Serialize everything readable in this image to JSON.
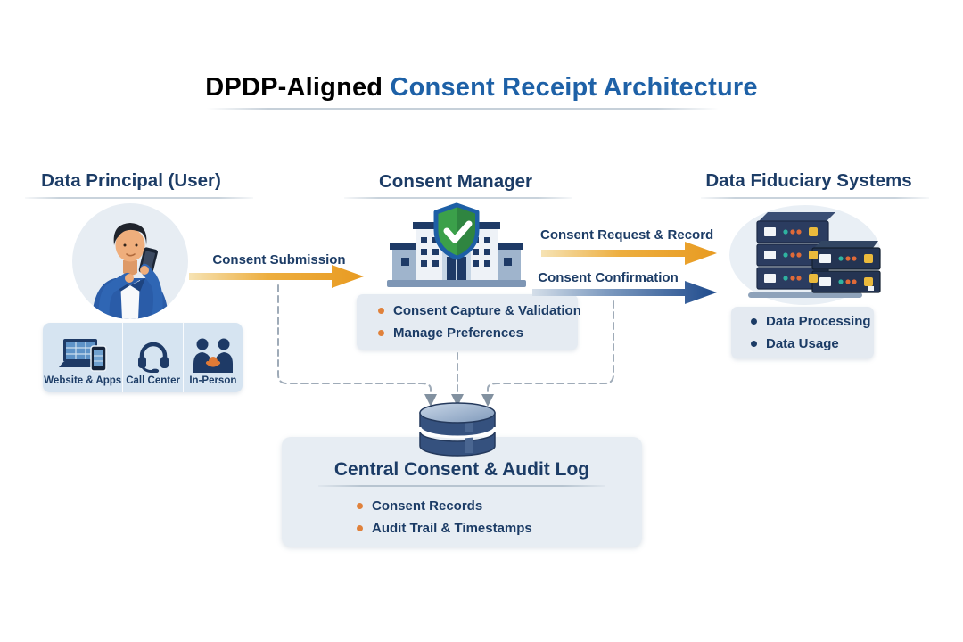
{
  "title": {
    "highlight": "DPDP-Aligned",
    "rest": "Consent Receipt Architecture"
  },
  "data_principal": {
    "heading": "Data Principal (User)",
    "channels": [
      {
        "label": "Website & Apps",
        "icon": "laptop-phone-icon"
      },
      {
        "label": "Call Center",
        "icon": "headset-icon"
      },
      {
        "label": "In-Person",
        "icon": "handshake-icon"
      }
    ]
  },
  "consent_manager": {
    "heading": "Consent Manager",
    "bullets": [
      "Consent Capture & Validation",
      "Manage Preferences"
    ]
  },
  "data_fiduciary": {
    "heading": "Data Fiduciary Systems",
    "bullets": [
      "Data Processing",
      "Data Usage"
    ]
  },
  "central_log": {
    "heading": "Central Consent & Audit Log",
    "bullets": [
      "Consent Records",
      "Audit Trail & Timestamps"
    ]
  },
  "flows": {
    "submission": "Consent Submission",
    "request_record": "Consent Request & Record",
    "confirmation": "Consent Confirmation"
  },
  "colors": {
    "accent_orange": "#E8A23A",
    "title_blue": "#1E61A7",
    "heading_navy": "#1C3C66",
    "arrow_orange": "#E89B22",
    "arrow_blue": "#1E4A8C",
    "bullet_orange": "#E0813B",
    "panel_blue": "#E5EBF2",
    "shield_green": "#3BA04A",
    "connector_gray": "#9FABB8"
  }
}
